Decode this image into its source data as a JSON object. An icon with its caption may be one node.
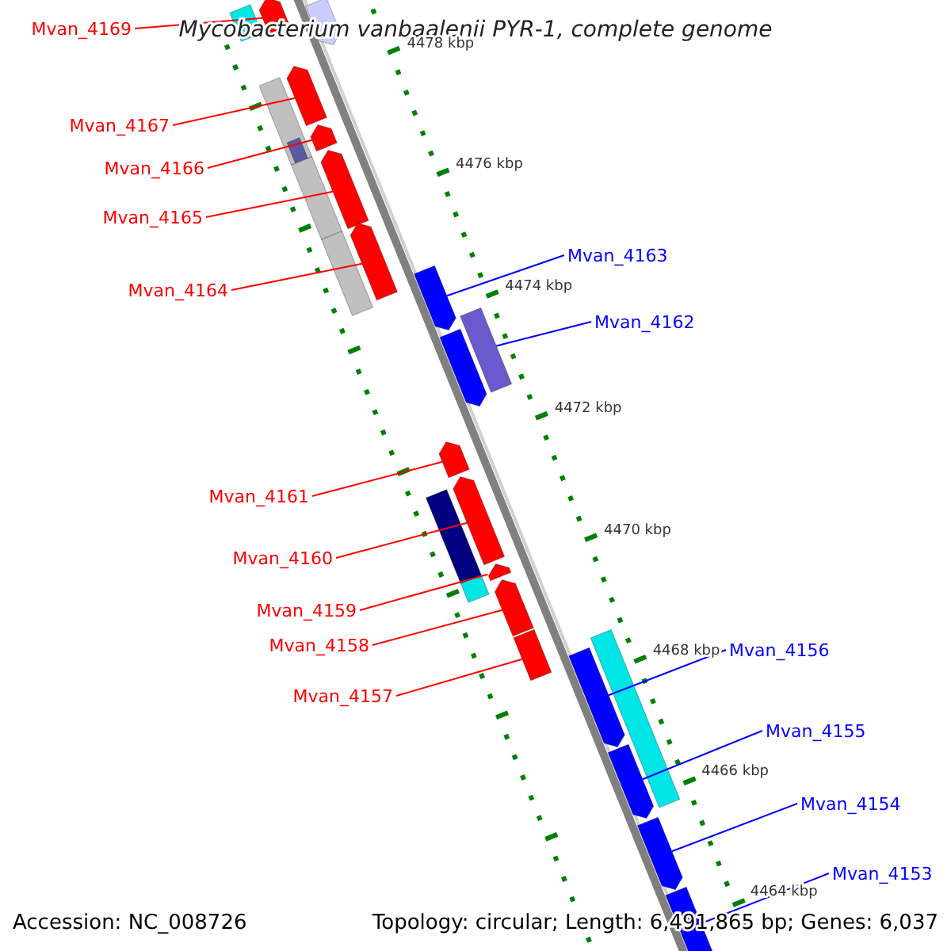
{
  "diagram": {
    "title": "Mycobacterium vanbaalenii PYR-1, complete genome",
    "nodes": [
      {
        "text": [
          "Mvan_4169"
        ]
      },
      {
        "text": [
          "Mvan_4167"
        ]
      },
      {
        "text": [
          "Mvan_4166"
        ]
      },
      {
        "text": [
          "Mvan_4165"
        ]
      },
      {
        "text": [
          "Mvan_4164"
        ]
      },
      {
        "text": [
          "Mvan_4163"
        ]
      },
      {
        "text": [
          "Mvan_4162"
        ]
      },
      {
        "text": [
          "Mvan_4161"
        ]
      },
      {
        "text": [
          "Mvan_4160"
        ]
      },
      {
        "text": [
          "Mvan_4159"
        ]
      },
      {
        "text": [
          "Mvan_4158"
        ]
      },
      {
        "text": [
          "Mvan_4157"
        ]
      },
      {
        "text": [
          "Mvan_4156"
        ]
      },
      {
        "text": [
          "Mvan_4155"
        ]
      },
      {
        "text": [
          "Mvan_4154"
        ]
      },
      {
        "text": [
          "Mvan_4153"
        ]
      },
      {
        "text": [],
        "shape": "arrow"
      },
      {
        "text": [],
        "shape": "bar"
      },
      {
        "text": [],
        "shape": "arrow"
      },
      {
        "text": [],
        "shape": "bar"
      },
      {
        "text": [],
        "shape": "bar",
        "in": 19
      },
      {
        "text": [],
        "shape": "arrow"
      },
      {
        "text": [],
        "shape": "arrow"
      },
      {
        "text": [],
        "shape": "bar"
      },
      {
        "text": [],
        "shape": "arrow"
      },
      {
        "text": [],
        "shape": "bar"
      },
      {
        "text": [],
        "shape": "arrow"
      },
      {
        "text": [],
        "shape": "arrow"
      },
      {
        "text": [],
        "shape": "bar"
      },
      {
        "text": [],
        "shape": "arrow"
      },
      {
        "text": [],
        "shape": "arrow"
      },
      {
        "text": [],
        "shape": "bar"
      },
      {
        "text": [],
        "shape": "arrow"
      },
      {
        "text": [],
        "shape": "bar"
      },
      {
        "text": [],
        "shape": "arrow"
      },
      {
        "text": [],
        "shape": "arrow"
      },
      {
        "text": [],
        "shape": "bar"
      },
      {
        "text": [],
        "shape": "arrow"
      },
      {
        "text": [],
        "shape": "bar"
      },
      {
        "text": [],
        "shape": "arrow"
      },
      {
        "text": [],
        "shape": "arrow"
      },
      {
        "text": [],
        "shape": "arrow"
      }
    ],
    "edges": [
      {
        "from": 0,
        "to": 16,
        "arrow": "none"
      },
      {
        "from": 1,
        "to": 21,
        "arrow": "none"
      },
      {
        "from": 2,
        "to": 22,
        "arrow": "none"
      },
      {
        "from": 3,
        "to": 24,
        "arrow": "none"
      },
      {
        "from": 4,
        "to": 26,
        "arrow": "none"
      },
      {
        "from": 5,
        "to": 27,
        "arrow": "none",
        "color": "#0000ff"
      },
      {
        "from": 6,
        "to": 28,
        "arrow": "none",
        "color": "#0000ff"
      },
      {
        "from": 7,
        "to": 30,
        "arrow": "none"
      },
      {
        "from": 8,
        "to": 32,
        "arrow": "none"
      },
      {
        "from": 9,
        "to": 34,
        "arrow": "none"
      },
      {
        "from": 10,
        "to": 35,
        "arrow": "none"
      },
      {
        "from": 11,
        "to": 36,
        "arrow": "none"
      },
      {
        "from": 12,
        "to": 37,
        "arrow": "none",
        "color": "#0000ff"
      },
      {
        "from": 13,
        "to": 39,
        "arrow": "none",
        "color": "#0000ff"
      },
      {
        "from": 14,
        "to": 40,
        "arrow": "none",
        "color": "#0000ff"
      },
      {
        "from": 15,
        "to": 41,
        "arrow": "none",
        "color": "#0000ff"
      }
    ],
    "labels": [
      "4478 kbp",
      "4476 kbp",
      "4474 kbp",
      "4472 kbp",
      "4470 kbp",
      "4468 kbp",
      "4466 kbp",
      "4464 kbp",
      "Accession: NC_008726",
      "Topology: circular; Length: 6,491,865 bp; Genes: 6,037"
    ]
  }
}
